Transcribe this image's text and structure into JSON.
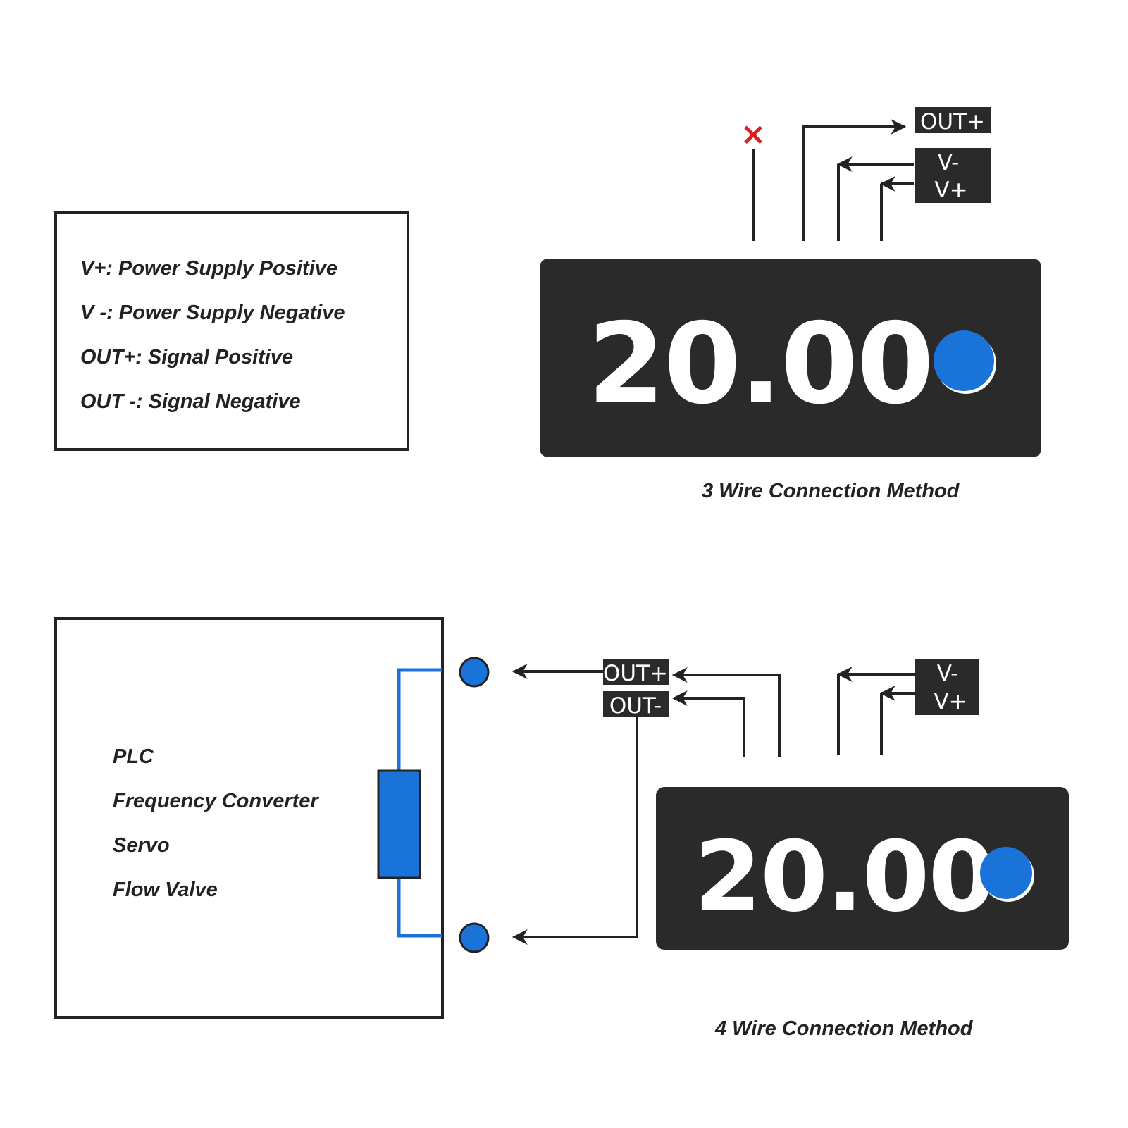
{
  "legend": {
    "items": [
      "V+: Power Supply Positive",
      "V -: Power Supply Negative",
      "OUT+: Signal Positive",
      "OUT -: Signal Negative"
    ]
  },
  "three_wire": {
    "display_value": "20.00",
    "caption": "3 Wire Connection Method",
    "tags": {
      "out_plus": "OUT+",
      "v_minus": "V-",
      "v_plus": "V+"
    },
    "unused_mark": "×"
  },
  "four_wire": {
    "display_value": "20.00",
    "caption": "4 Wire Connection Method",
    "tags": {
      "out_plus": "OUT+",
      "out_minus": "OUT-",
      "v_minus": "V-",
      "v_plus": "V+"
    }
  },
  "device_box": {
    "items": [
      "PLC",
      "Frequency Converter",
      "Servo",
      "Flow Valve"
    ]
  },
  "colors": {
    "panel": "#2a2a2a",
    "accent_blue": "#1a73d9",
    "line": "#222222",
    "cross": "#e02020"
  }
}
